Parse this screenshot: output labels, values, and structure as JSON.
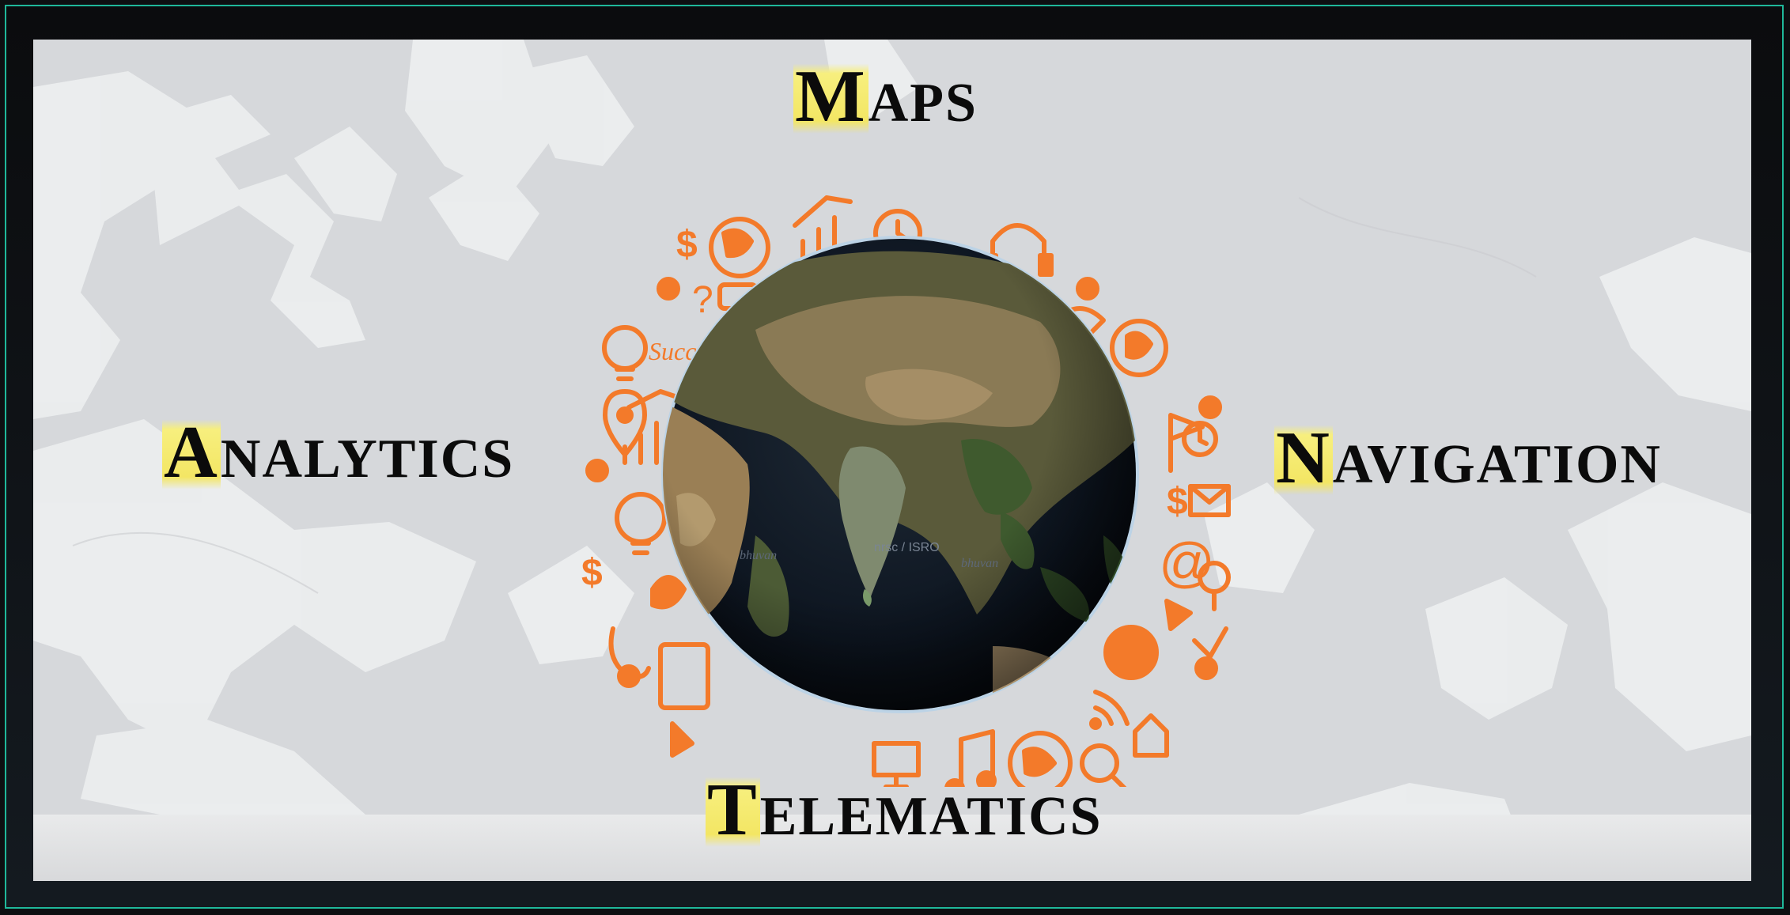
{
  "labels": {
    "maps": {
      "first": "M",
      "rest": "APS"
    },
    "analytics": {
      "first": "A",
      "rest": "NALYTICS"
    },
    "navigation": {
      "first": "N",
      "rest": "AVIGATION"
    },
    "telematics": {
      "first": "T",
      "rest": "ELEMATICS"
    }
  },
  "globe": {
    "watermark_center": "nrsc / ISRO",
    "watermark_left": "bhuvan",
    "watermark_right": "bhuvan"
  },
  "icon_ring": {
    "color": "#f37a2a",
    "items": [
      "dollar-icon",
      "globe-icon",
      "growth-chart-icon",
      "clock-icon",
      "dollar-icon",
      "headphones-icon",
      "question-icon",
      "chat-icon",
      "lightbulb-icon",
      "parachute-icon",
      "location-pin-icon",
      "bar-chart-icon",
      "flag-icon",
      "clock-icon",
      "dollar-icon",
      "mail-icon",
      "lightbulb-icon",
      "at-sign-icon",
      "location-pin-icon",
      "phone-icon",
      "cursor-icon",
      "checkmark-icon",
      "speech-bubble-icon",
      "tablet-icon",
      "rss-icon",
      "home-icon",
      "magnifier-icon",
      "globe-icon",
      "music-icon",
      "monitor-icon"
    ],
    "text_snippet": "Success"
  },
  "colors": {
    "frame_border": "#1fb89a",
    "highlight": "#f3e664",
    "icon_orange": "#f37a2a",
    "background_panel": "#d6d8db"
  }
}
